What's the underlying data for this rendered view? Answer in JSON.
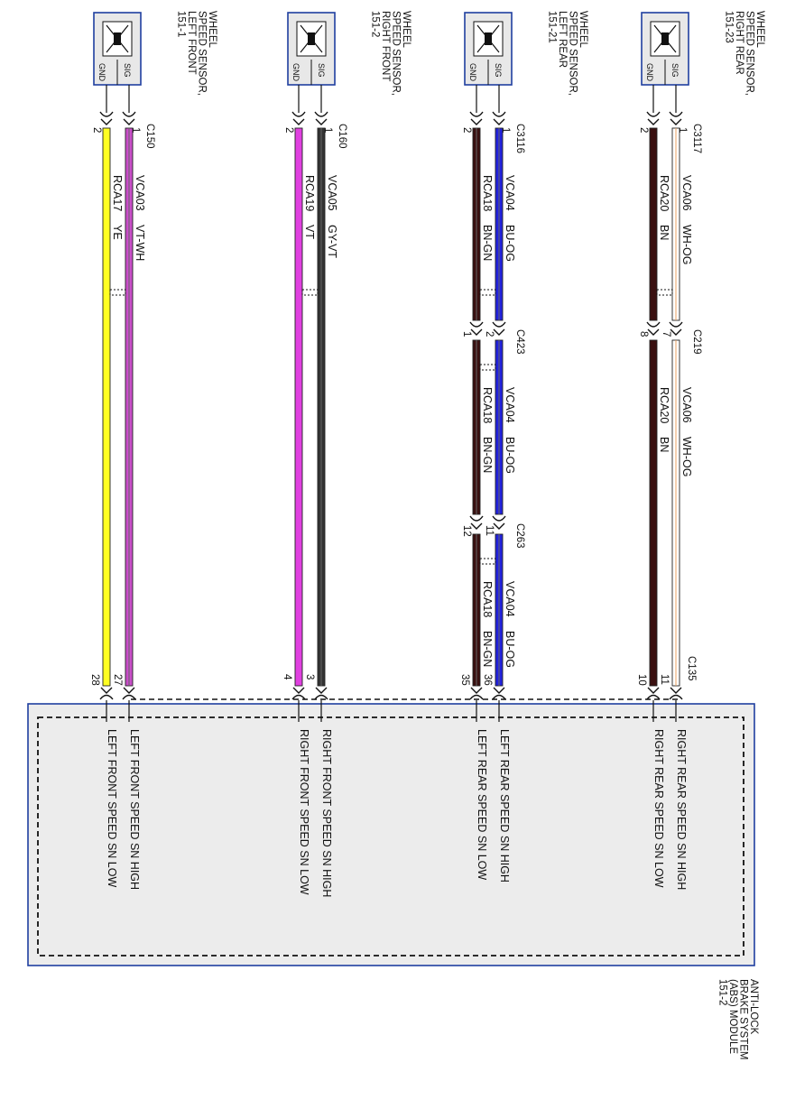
{
  "colors": {
    "VT-WH": "#c94fc9",
    "YE": "#ffff22",
    "VT": "#e040e0",
    "GY-VT": "#333333",
    "BU-OG": "#2222dd",
    "BN-GN": "#3a1010",
    "BN": "#3a1010",
    "WH-OG": "#ffffff",
    "module_border": "#1f3fa0",
    "module_fill": "#ececec"
  },
  "module": {
    "title_lines": [
      "ANTI-LOCK",
      "BRAKE SYSTEM",
      "(ABS) MODULE",
      "151-2"
    ],
    "connector": "C135"
  },
  "sensors": [
    {
      "id": "lf",
      "name_lines": [
        "WHEEL",
        "SPEED SENSOR,",
        "LEFT FRONT",
        "151-1"
      ],
      "pin_gnd": "GND",
      "pin_sig": "SIG",
      "sensor_connector": "C150",
      "sensor_pins": [
        "1",
        "2"
      ],
      "circuits": [
        {
          "circuit": "VCA03",
          "color_code": "VT-WH"
        },
        {
          "circuit": "RCA17",
          "color_code": "YE"
        }
      ],
      "inline": [],
      "module_pins": [
        "27",
        "28"
      ],
      "functions": [
        "LEFT FRONT SPEED SN HIGH",
        "LEFT FRONT SPEED SN LOW"
      ]
    },
    {
      "id": "rf",
      "name_lines": [
        "WHEEL",
        "SPEED SENSOR,",
        "RIGHT FRONT",
        "151-2"
      ],
      "pin_gnd": "GND",
      "pin_sig": "SIG",
      "sensor_connector": "C160",
      "sensor_pins": [
        "1",
        "2"
      ],
      "circuits": [
        {
          "circuit": "VCA05",
          "color_code": "GY-VT"
        },
        {
          "circuit": "RCA19",
          "color_code": "VT"
        }
      ],
      "inline": [],
      "module_pins": [
        "3",
        "4"
      ],
      "functions": [
        "RIGHT FRONT SPEED SN HIGH",
        "RIGHT FRONT SPEED SN LOW"
      ]
    },
    {
      "id": "lr",
      "name_lines": [
        "WHEEL",
        "SPEED SENSOR,",
        "LEFT REAR",
        "151-21"
      ],
      "pin_gnd": "GND",
      "pin_sig": "SIG",
      "sensor_connector": "C3116",
      "sensor_pins": [
        "1",
        "2"
      ],
      "circuits": [
        {
          "circuit": "VCA04",
          "color_code": "BU-OG"
        },
        {
          "circuit": "RCA18",
          "color_code": "BN-GN"
        }
      ],
      "inline": [
        {
          "connector": "C423",
          "pins": [
            "2",
            "1"
          ],
          "circuits": [
            {
              "circuit": "VCA04",
              "color_code": "BU-OG"
            },
            {
              "circuit": "RCA18",
              "color_code": "BN-GN"
            }
          ]
        },
        {
          "connector": "C263",
          "pins": [
            "11",
            "12"
          ],
          "circuits": [
            {
              "circuit": "VCA04",
              "color_code": "BU-OG"
            },
            {
              "circuit": "RCA18",
              "color_code": "BN-GN"
            }
          ]
        }
      ],
      "module_pins": [
        "36",
        "35"
      ],
      "functions": [
        "LEFT REAR SPEED SN HIGH",
        "LEFT REAR SPEED SN LOW"
      ]
    },
    {
      "id": "rr",
      "name_lines": [
        "WHEEL",
        "SPEED SENSOR,",
        "RIGHT REAR",
        "151-23"
      ],
      "pin_gnd": "GND",
      "pin_sig": "SIG",
      "sensor_connector": "C3117",
      "sensor_pins": [
        "1",
        "2"
      ],
      "circuits": [
        {
          "circuit": "VCA06",
          "color_code": "WH-OG"
        },
        {
          "circuit": "RCA20",
          "color_code": "BN"
        }
      ],
      "inline": [
        {
          "connector": "C219",
          "pins": [
            "7",
            "8"
          ],
          "circuits": [
            {
              "circuit": "VCA06",
              "color_code": "WH-OG"
            },
            {
              "circuit": "RCA20",
              "color_code": "BN"
            }
          ]
        }
      ],
      "module_pins": [
        "11",
        "10"
      ],
      "functions": [
        "RIGHT REAR SPEED SN HIGH",
        "RIGHT REAR SPEED SN LOW"
      ]
    }
  ]
}
